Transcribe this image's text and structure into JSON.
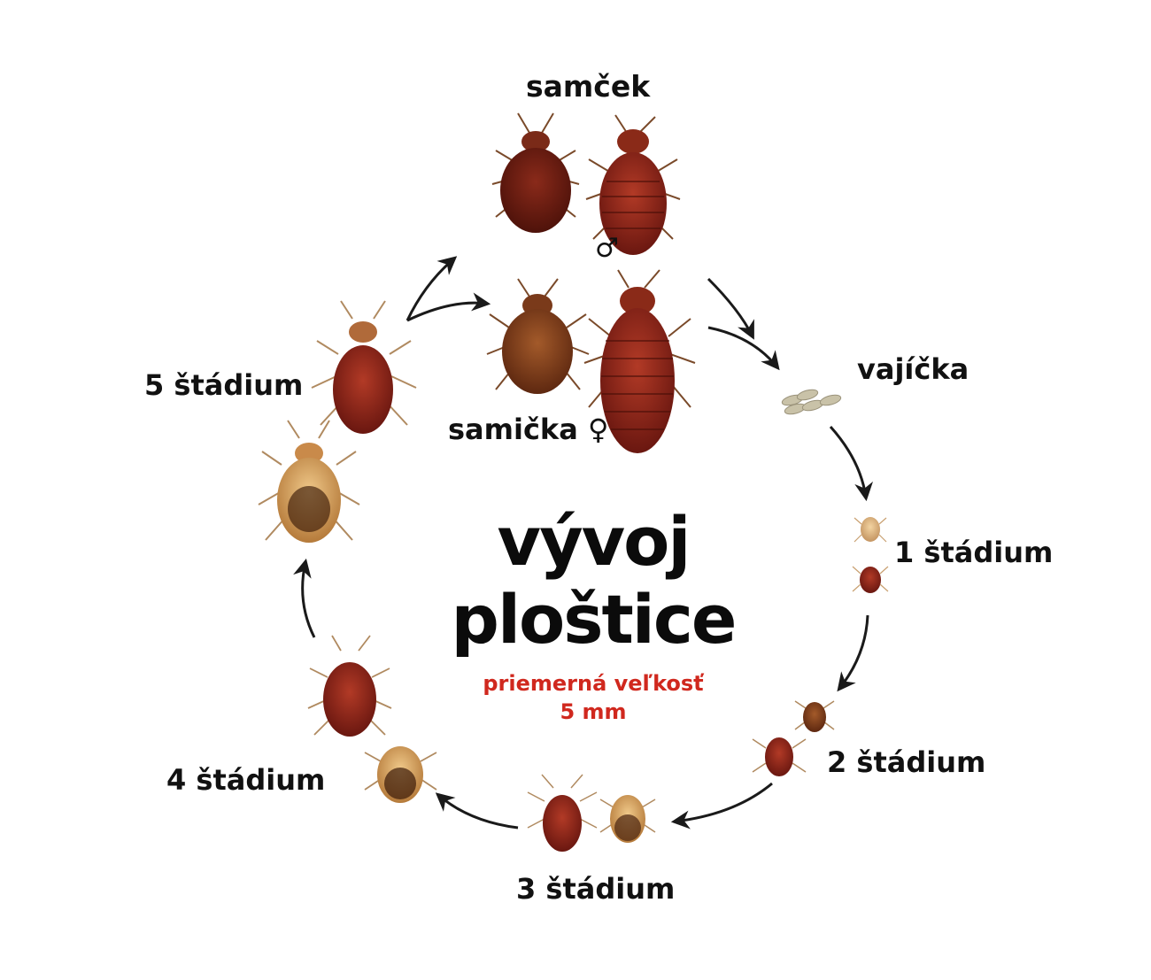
{
  "title": {
    "line1": "vývoj",
    "line2": "ploštice",
    "subtitle_line1": "priemerná veľkosť",
    "subtitle_line2": "5 mm"
  },
  "labels": {
    "male": "samček",
    "male_symbol": "♂",
    "female": "samička ♀",
    "eggs": "vajíčka",
    "stage1": "1 štádium",
    "stage2": "2 štádium",
    "stage3": "3 štádium",
    "stage4": "4 štádium",
    "stage5": "5 štádium"
  },
  "colors": {
    "accent": "#d0281e",
    "text": "#111111",
    "arrow": "#1a1a1a",
    "bug_dark": "#6e1a10",
    "bug_mid": "#9a2a18",
    "bug_light": "#c98a4a",
    "nymph_pale": "#e0b47a",
    "egg": "#c9c2a8"
  }
}
